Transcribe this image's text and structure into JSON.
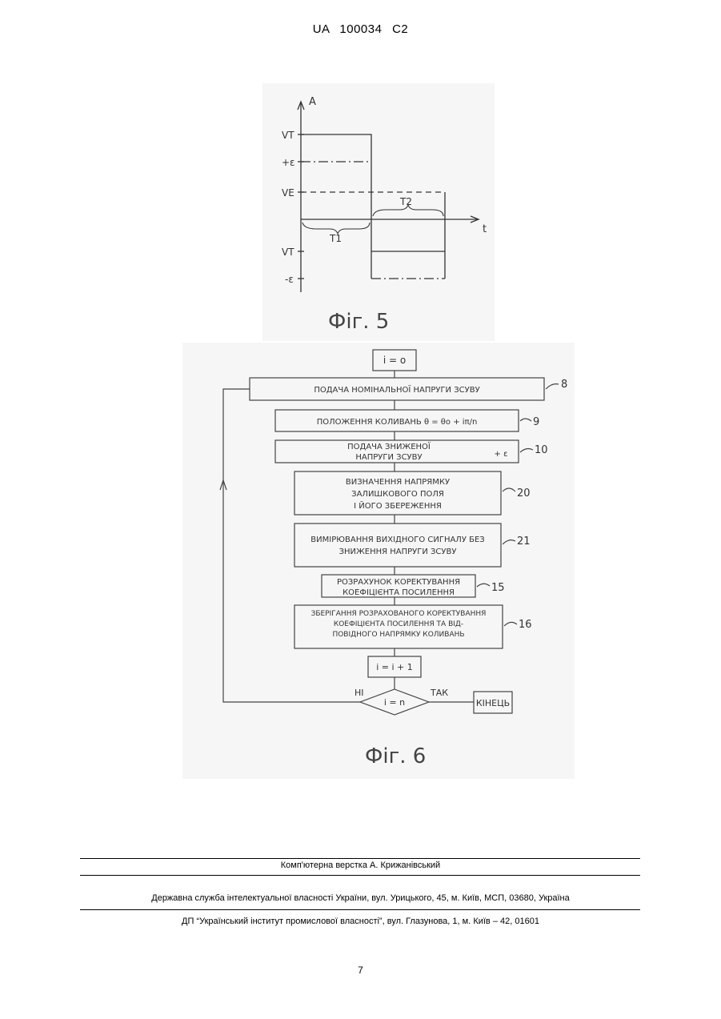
{
  "header": {
    "patent_number": "UA   100034   C2"
  },
  "fig5": {
    "axis_y": "A",
    "axis_x": "t",
    "label_vt_top": "VT",
    "label_plus_eps": "+ε",
    "label_ve": "VE",
    "label_vt_bottom": "VT",
    "label_minus_eps": "-ε",
    "label_t1": "T1",
    "label_t2": "T2",
    "caption": "Фіг. 5"
  },
  "fig6": {
    "init": "i = o",
    "step8": "ПОДАЧА НОМІНАЛЬНОЇ НАПРУГИ ЗСУВУ",
    "step8_ref": "8",
    "step9": "ПОЛОЖЕННЯ КОЛИВАНЬ  θ = θo + iπ/n",
    "step9_ref": "9",
    "step10_line1": "ПОДАЧА ЗНИЖЕНОЇ",
    "step10_line2": "НАПРУГИ ЗСУВУ",
    "step10_eps": "+ ε",
    "step10_ref": "10",
    "step20_line1": "ВИЗНАЧЕННЯ НАПРЯМКУ",
    "step20_line2": "ЗАЛИШКОВОГО ПОЛЯ",
    "step20_line3": "І ЙОГО ЗБЕРЕЖЕННЯ",
    "step20_ref": "20",
    "step21_line1": "ВИМІРЮВАННЯ ВИХІДНОГО СИГНАЛУ БЕЗ",
    "step21_line2": "ЗНИЖЕННЯ НАПРУГИ ЗСУВУ",
    "step21_ref": "21",
    "step15_line1": "РОЗРАХУНОК КОРЕКТУВАННЯ",
    "step15_line2": "КОЕФІЦІЄНТА ПОСИЛЕННЯ",
    "step15_ref": "15",
    "step16_line1": "ЗБЕРІГАННЯ РОЗРАХОВАНОГО КОРЕКТУВАННЯ",
    "step16_line2": "КОЕФІЦІЄНТА ПОСИЛЕННЯ ТА ВІД-",
    "step16_line3": "ПОВІДНОГО НАПРЯМКУ КОЛИВАНЬ",
    "step16_ref": "16",
    "increment": "i = i + 1",
    "decision": "i = n",
    "branch_no": "НІ",
    "branch_yes": "ТАК",
    "end": "КІНЕЦЬ",
    "caption": "Фіг. 6"
  },
  "footer": {
    "typesetting": "Комп'ютерна верстка А. Крижанівський",
    "agency": "Державна служба інтелектуальної власності України, вул. Урицького, 45, м. Київ, МСП, 03680, Україна",
    "institute": "ДП “Український інститут промислової власності”, вул. Глазунова, 1, м. Київ – 42, 01601"
  },
  "page_number": "7"
}
